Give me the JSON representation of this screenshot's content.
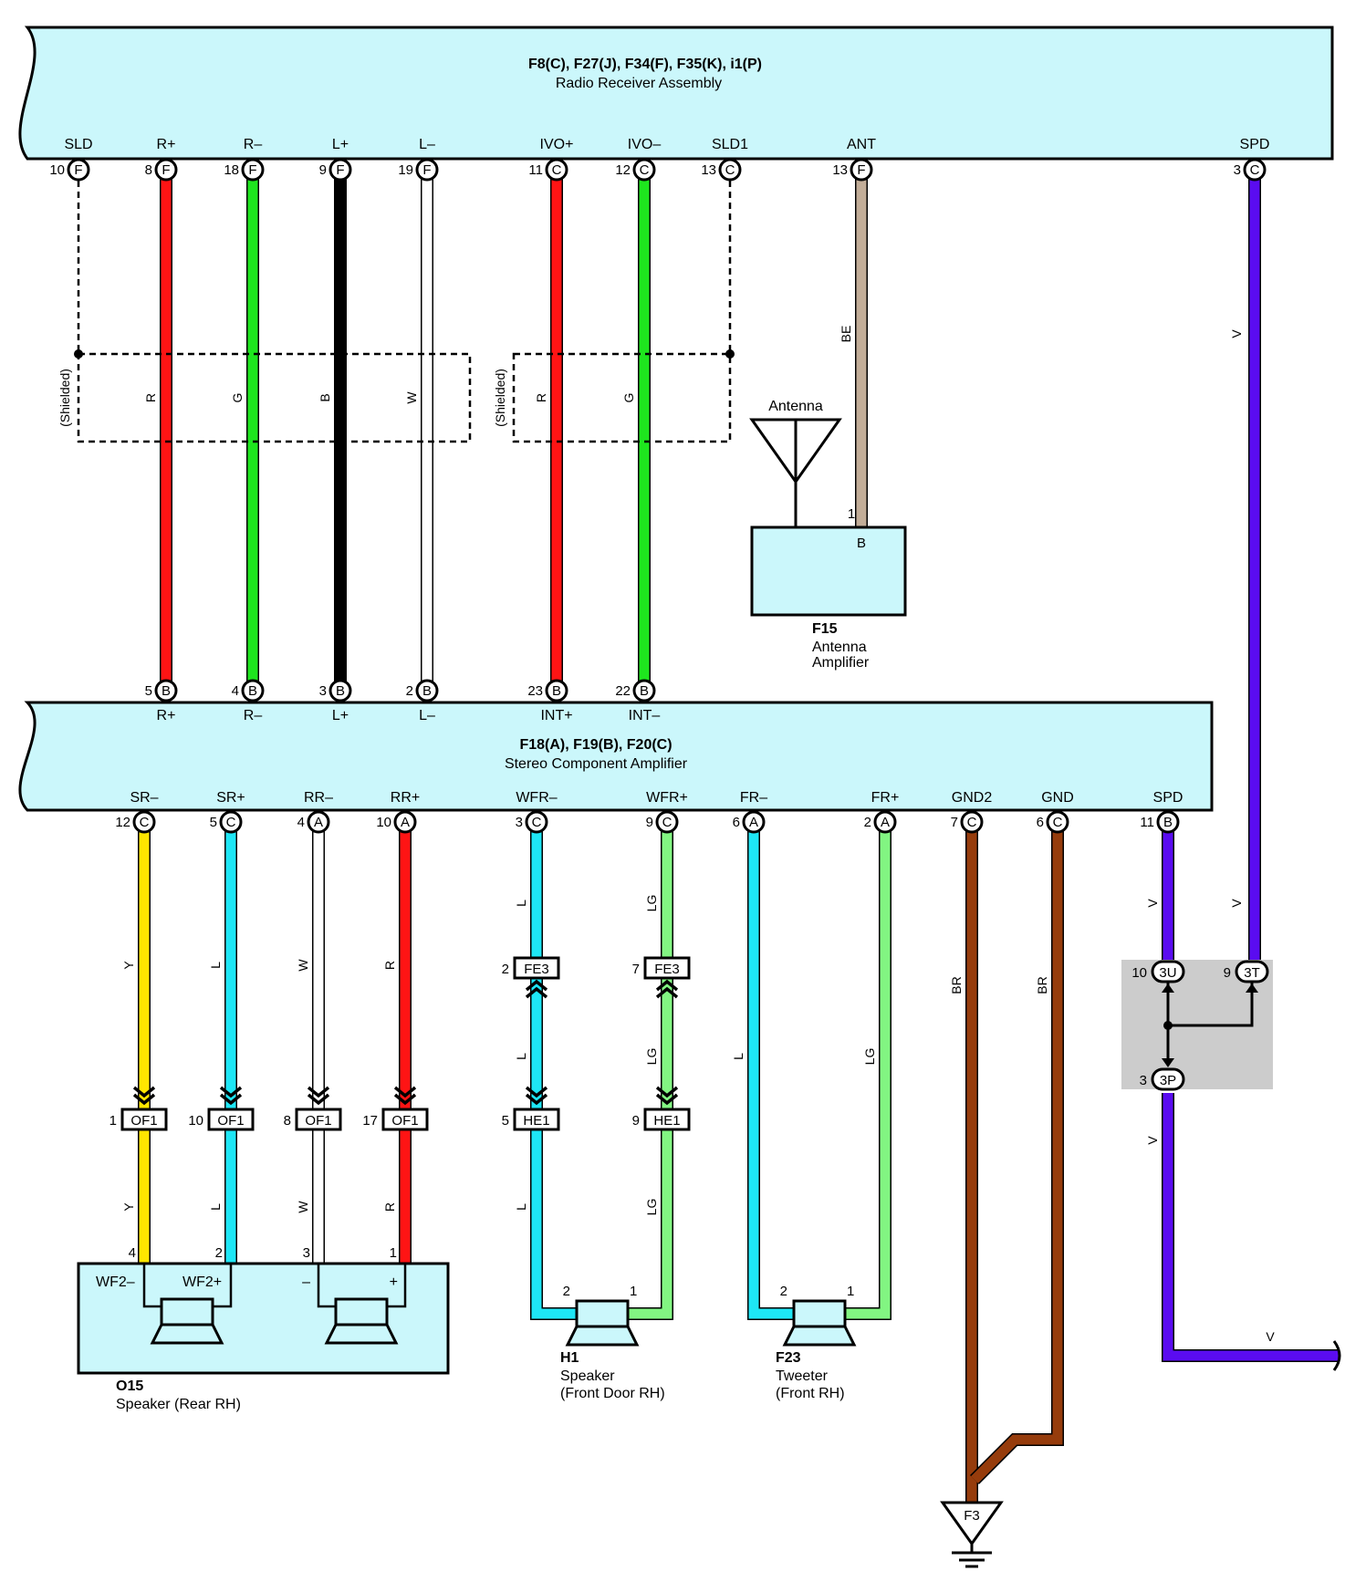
{
  "receiver": {
    "title": "F8(C), F27(J), F34(F), F35(K), i1(P)",
    "subtitle": "Radio Receiver Assembly",
    "terminals": [
      {
        "name": "SLD",
        "pin": "10",
        "code": "F"
      },
      {
        "name": "R+",
        "pin": "8",
        "code": "F"
      },
      {
        "name": "R–",
        "pin": "18",
        "code": "F"
      },
      {
        "name": "L+",
        "pin": "9",
        "code": "F"
      },
      {
        "name": "L–",
        "pin": "19",
        "code": "F"
      },
      {
        "name": "IVO+",
        "pin": "11",
        "code": "C"
      },
      {
        "name": "IVO–",
        "pin": "12",
        "code": "C"
      },
      {
        "name": "SLD1",
        "pin": "13",
        "code": "C"
      },
      {
        "name": "ANT",
        "pin": "13",
        "code": "F"
      },
      {
        "name": "SPD",
        "pin": "3",
        "code": "C"
      }
    ]
  },
  "shield_label": "(Shielded)",
  "upper_wire_labels": [
    "R",
    "G",
    "B",
    "W",
    "R",
    "G",
    "BE",
    "V"
  ],
  "antenna": {
    "label": "Antenna",
    "pin": "1",
    "terminal": "B",
    "id": "F15",
    "name_line1": "Antenna",
    "name_line2": "Amplifier"
  },
  "amplifier": {
    "title": "F18(A), F19(B), F20(C)",
    "subtitle": "Stereo Component Amplifier",
    "top_terminals": [
      {
        "name": "R+",
        "pin": "5",
        "code": "B"
      },
      {
        "name": "R–",
        "pin": "4",
        "code": "B"
      },
      {
        "name": "L+",
        "pin": "3",
        "code": "B"
      },
      {
        "name": "L–",
        "pin": "2",
        "code": "B"
      },
      {
        "name": "INT+",
        "pin": "23",
        "code": "B"
      },
      {
        "name": "INT–",
        "pin": "22",
        "code": "B"
      }
    ],
    "bottom_terminals": [
      {
        "name": "SR–",
        "pin": "12",
        "code": "C"
      },
      {
        "name": "SR+",
        "pin": "5",
        "code": "C"
      },
      {
        "name": "RR–",
        "pin": "4",
        "code": "A"
      },
      {
        "name": "RR+",
        "pin": "10",
        "code": "A"
      },
      {
        "name": "WFR–",
        "pin": "3",
        "code": "C"
      },
      {
        "name": "WFR+",
        "pin": "9",
        "code": "C"
      },
      {
        "name": "FR–",
        "pin": "6",
        "code": "A"
      },
      {
        "name": "FR+",
        "pin": "2",
        "code": "A"
      },
      {
        "name": "GND2",
        "pin": "7",
        "code": "C"
      },
      {
        "name": "GND",
        "pin": "6",
        "code": "C"
      },
      {
        "name": "SPD",
        "pin": "11",
        "code": "B"
      }
    ]
  },
  "lower_wire_labels": {
    "upper": [
      "Y",
      "L",
      "W",
      "R",
      "L",
      "LG",
      "L",
      "LG",
      "BR",
      "BR",
      "V",
      "V"
    ],
    "mid": [
      "L",
      "LG"
    ],
    "lower": [
      "Y",
      "L",
      "W",
      "R",
      "L",
      "LG"
    ],
    "spd_out": "V",
    "spd_bottom": "V"
  },
  "connectors": {
    "of1": [
      {
        "pin": "1",
        "label": "OF1"
      },
      {
        "pin": "10",
        "label": "OF1"
      },
      {
        "pin": "8",
        "label": "OF1"
      },
      {
        "pin": "17",
        "label": "OF1"
      }
    ],
    "fe3": [
      {
        "pin": "2",
        "label": "FE3"
      },
      {
        "pin": "7",
        "label": "FE3"
      }
    ],
    "he1": [
      {
        "pin": "5",
        "label": "HE1"
      },
      {
        "pin": "9",
        "label": "HE1"
      }
    ]
  },
  "junction": {
    "inputs": [
      {
        "pin": "10",
        "label": "3U"
      },
      {
        "pin": "9",
        "label": "3T"
      }
    ],
    "output": {
      "pin": "3",
      "label": "3P"
    }
  },
  "rear_speaker": {
    "pins": [
      "4",
      "2",
      "3",
      "1"
    ],
    "labels": [
      "WF2–",
      "WF2+",
      "–",
      "+"
    ],
    "id": "O15",
    "name": "Speaker (Rear RH)"
  },
  "front_speaker": {
    "pins": [
      "2",
      "1"
    ],
    "id": "H1",
    "name_line1": "Speaker",
    "name_line2": "(Front Door RH)"
  },
  "tweeter": {
    "pins": [
      "2",
      "1"
    ],
    "id": "F23",
    "name_line1": "Tweeter",
    "name_line2": "(Front RH)"
  },
  "ground": {
    "label": "F3"
  },
  "colors": {
    "R": "#ff1414",
    "G": "#1ee61e",
    "B": "#000000",
    "W": "#ffffff",
    "BE": "#c2ad98",
    "V": "#5a0cf0",
    "Y": "#ffe600",
    "L": "#1ee6f5",
    "LG": "#82f582",
    "BR": "#963c0c",
    "panel": "#cbf7fb"
  }
}
